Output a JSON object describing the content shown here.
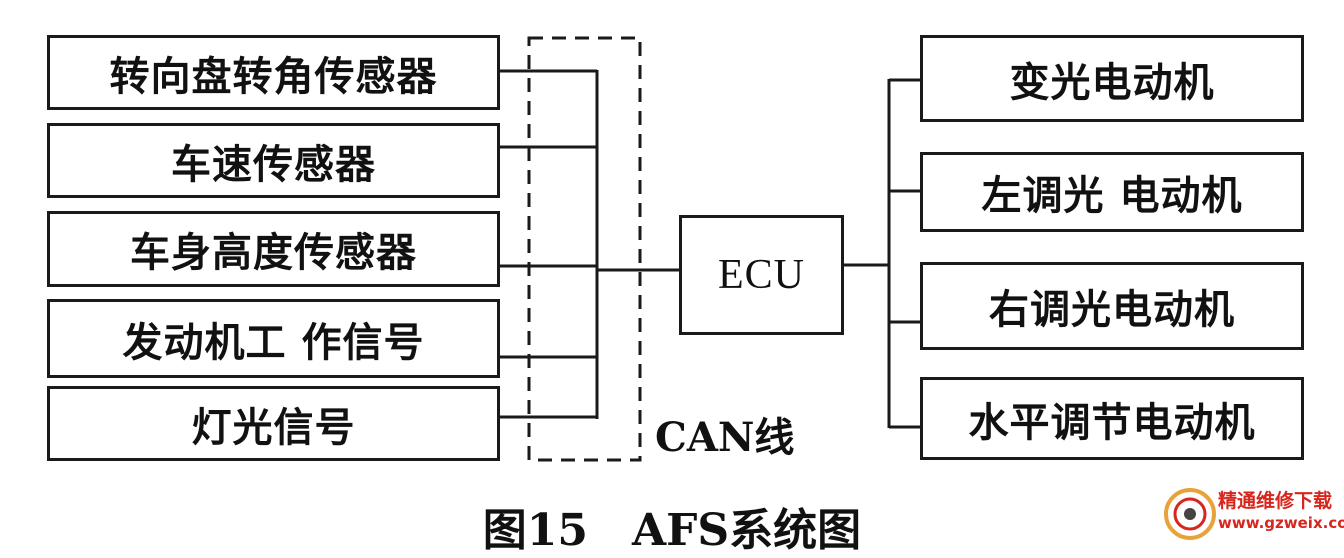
{
  "inputs": [
    {
      "label": "转向盘转角传感器"
    },
    {
      "label": "车速传感器"
    },
    {
      "label": "车身高度传感器"
    },
    {
      "label": "发动机工 作信号"
    },
    {
      "label": "灯光信号"
    }
  ],
  "ecu": {
    "label": "ECU"
  },
  "outputs": [
    {
      "label": "变光电动机"
    },
    {
      "label": "左调光 电动机"
    },
    {
      "label": "右调光电动机"
    },
    {
      "label": "水平调节电动机"
    }
  ],
  "bus": {
    "label": "CAN线"
  },
  "caption": "图15　AFS系统图",
  "watermark": {
    "name": "精通维修下载",
    "url": "www.gzweix.com"
  }
}
